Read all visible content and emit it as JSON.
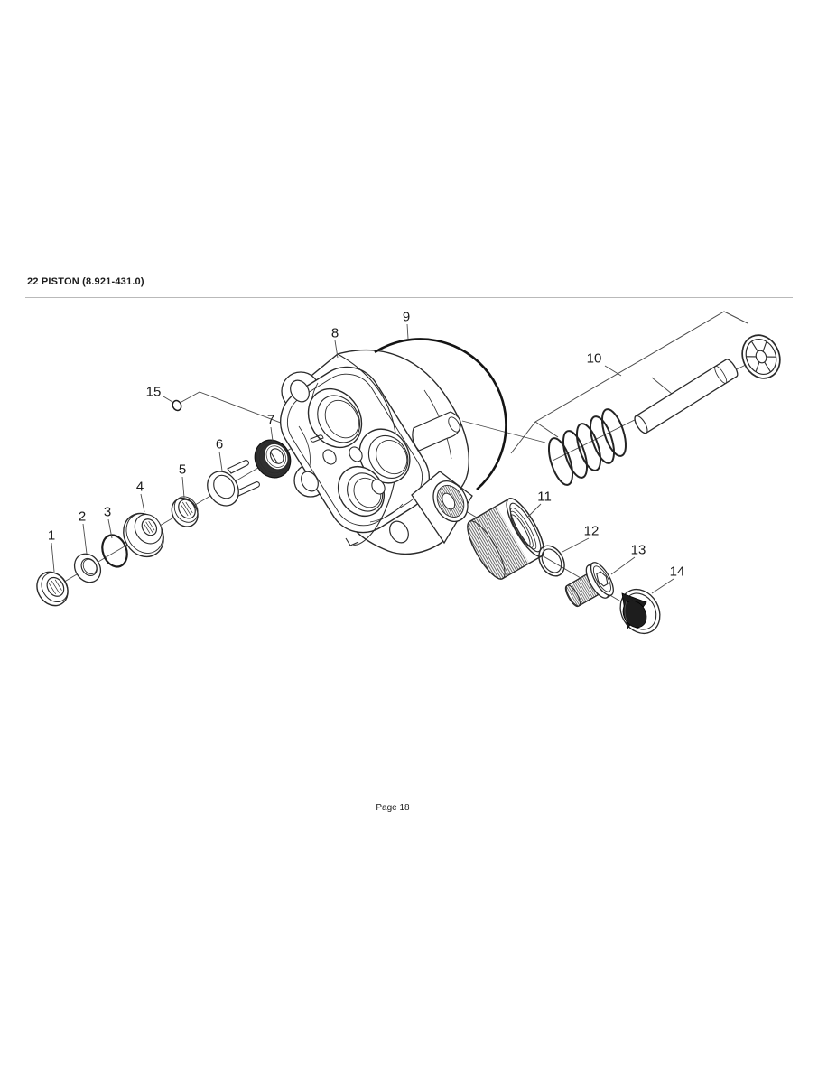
{
  "page": {
    "title": "22 PISTON (8.921-431.0)",
    "page_number_label": "Page 18"
  },
  "diagram": {
    "type": "exploded-parts-diagram",
    "callouts": [
      {
        "label": "1"
      },
      {
        "label": "2"
      },
      {
        "label": "3"
      },
      {
        "label": "4"
      },
      {
        "label": "5"
      },
      {
        "label": "6"
      },
      {
        "label": "7"
      },
      {
        "label": "8"
      },
      {
        "label": "9"
      },
      {
        "label": "10"
      },
      {
        "label": "11"
      },
      {
        "label": "12"
      },
      {
        "label": "13"
      },
      {
        "label": "14"
      },
      {
        "label": "15"
      }
    ]
  }
}
